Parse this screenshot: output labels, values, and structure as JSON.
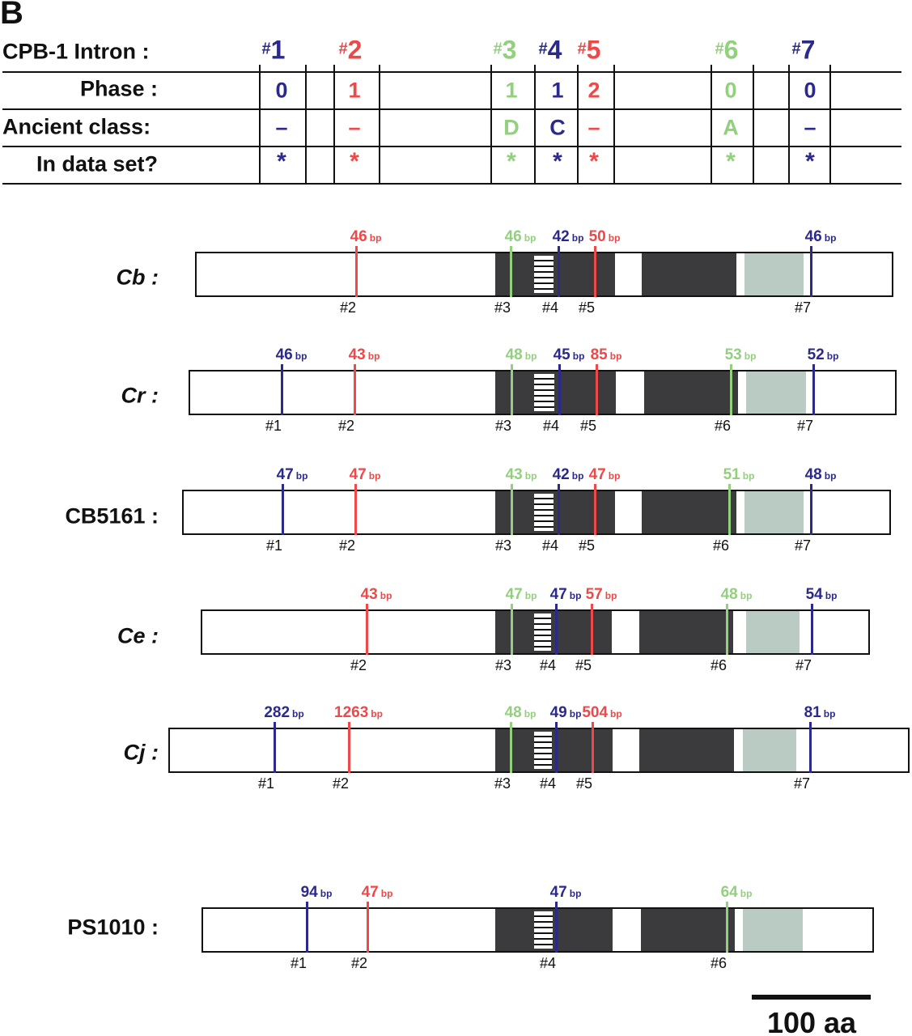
{
  "panel_label": "B",
  "colors": {
    "blue": "#2b2a8c",
    "red": "#ee4848",
    "green": "#93d07e",
    "domain_dark": "#3b3b3d",
    "domain_light": "#b9cbc2"
  },
  "table": {
    "row_labels": [
      "CPB-1 Intron :",
      "Phase :",
      "Ancient class:",
      "In data set?"
    ],
    "introns": [
      {
        "id": "#1",
        "color": "blue",
        "phase": "0",
        "ancient_class": "–",
        "in_data_set": "*"
      },
      {
        "id": "#2",
        "color": "red",
        "phase": "1",
        "ancient_class": "–",
        "in_data_set": "*"
      },
      {
        "id": "#3",
        "color": "green",
        "phase": "1",
        "ancient_class": "D",
        "in_data_set": "*"
      },
      {
        "id": "#4",
        "color": "blue",
        "phase": "1",
        "ancient_class": "C",
        "in_data_set": "*"
      },
      {
        "id": "#5",
        "color": "red",
        "phase": "2",
        "ancient_class": "–",
        "in_data_set": "*"
      },
      {
        "id": "#6",
        "color": "green",
        "phase": "0",
        "ancient_class": "A",
        "in_data_set": "*"
      },
      {
        "id": "#7",
        "color": "blue",
        "phase": "0",
        "ancient_class": "–",
        "in_data_set": "*"
      }
    ]
  },
  "species": [
    {
      "name": "Cb :",
      "italic": true,
      "introns": [
        {
          "id": "#2",
          "bp": "46",
          "color": "red"
        },
        {
          "id": "#3",
          "bp": "46",
          "color": "green"
        },
        {
          "id": "#4",
          "bp": "42",
          "color": "blue"
        },
        {
          "id": "#5",
          "bp": "50",
          "color": "red"
        },
        {
          "id": "#7",
          "bp": "46",
          "color": "blue"
        }
      ]
    },
    {
      "name": "Cr :",
      "italic": true,
      "introns": [
        {
          "id": "#1",
          "bp": "46",
          "color": "blue"
        },
        {
          "id": "#2",
          "bp": "43",
          "color": "red"
        },
        {
          "id": "#3",
          "bp": "48",
          "color": "green"
        },
        {
          "id": "#4",
          "bp": "45",
          "color": "blue"
        },
        {
          "id": "#5",
          "bp": "85",
          "color": "red"
        },
        {
          "id": "#6",
          "bp": "53",
          "color": "green"
        },
        {
          "id": "#7",
          "bp": "52",
          "color": "blue"
        }
      ]
    },
    {
      "name": "CB5161 :",
      "italic": false,
      "introns": [
        {
          "id": "#1",
          "bp": "47",
          "color": "blue"
        },
        {
          "id": "#2",
          "bp": "47",
          "color": "red"
        },
        {
          "id": "#3",
          "bp": "43",
          "color": "green"
        },
        {
          "id": "#4",
          "bp": "42",
          "color": "blue"
        },
        {
          "id": "#5",
          "bp": "47",
          "color": "red"
        },
        {
          "id": "#6",
          "bp": "51",
          "color": "green"
        },
        {
          "id": "#7",
          "bp": "48",
          "color": "blue"
        }
      ]
    },
    {
      "name": "Ce :",
      "italic": true,
      "introns": [
        {
          "id": "#2",
          "bp": "43",
          "color": "red"
        },
        {
          "id": "#3",
          "bp": "47",
          "color": "green"
        },
        {
          "id": "#4",
          "bp": "47",
          "color": "blue"
        },
        {
          "id": "#5",
          "bp": "57",
          "color": "red"
        },
        {
          "id": "#6",
          "bp": "48",
          "color": "green"
        },
        {
          "id": "#7",
          "bp": "54",
          "color": "blue"
        }
      ]
    },
    {
      "name": "Cj :",
      "italic": true,
      "introns": [
        {
          "id": "#1",
          "bp": "282",
          "color": "blue"
        },
        {
          "id": "#2",
          "bp": "1263",
          "color": "red"
        },
        {
          "id": "#3",
          "bp": "48",
          "color": "green"
        },
        {
          "id": "#4",
          "bp": "49",
          "color": "blue"
        },
        {
          "id": "#5",
          "bp": "504",
          "color": "red"
        },
        {
          "id": "#7",
          "bp": "81",
          "color": "blue"
        }
      ]
    },
    {
      "name": "PS1010 :",
      "italic": false,
      "introns": [
        {
          "id": "#1",
          "bp": "94",
          "color": "blue"
        },
        {
          "id": "#2",
          "bp": "47",
          "color": "red"
        },
        {
          "id": "#4",
          "bp": "47",
          "color": "blue"
        },
        {
          "id": "#6",
          "bp": "64",
          "color": "green"
        }
      ]
    }
  ],
  "bp_unit": "bp",
  "scale_bar": {
    "label": "100 aa"
  }
}
